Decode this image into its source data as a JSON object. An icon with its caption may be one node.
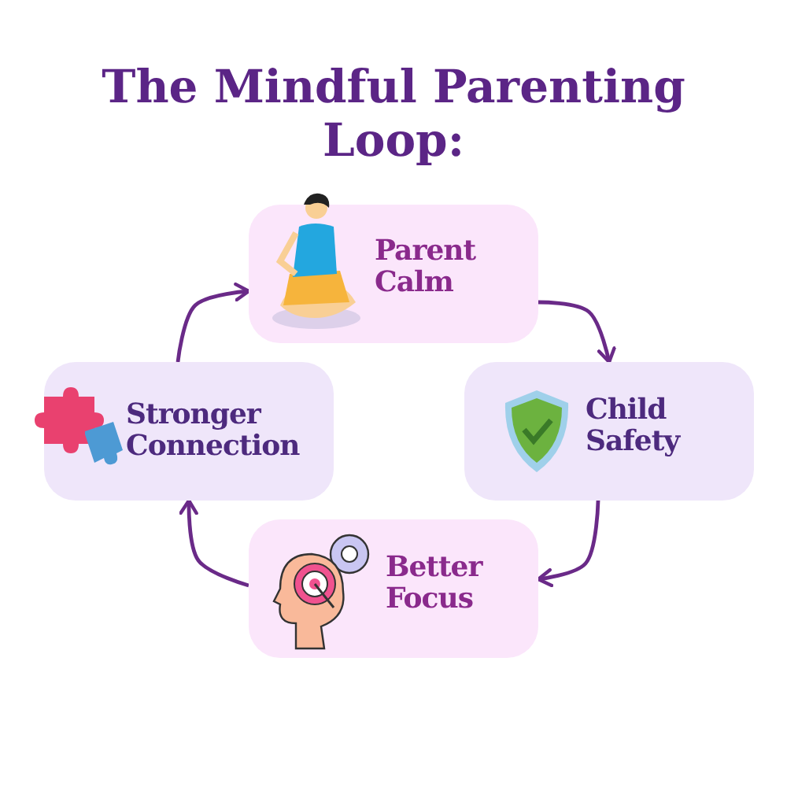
{
  "diagram": {
    "title": "The Mindful Parenting Loop:",
    "nodes": [
      {
        "text": [
          "Parent Calm"
        ]
      },
      {
        "text": [
          "Child Safety"
        ]
      },
      {
        "text": [
          "Better Focus"
        ]
      },
      {
        "text": [
          "Stronger Connection"
        ]
      }
    ],
    "edges": [
      {
        "from": 0,
        "to": 1,
        "arrow": "to"
      },
      {
        "from": 1,
        "to": 2,
        "arrow": "to"
      },
      {
        "from": 2,
        "to": 3,
        "arrow": "to"
      },
      {
        "from": 3,
        "to": 0,
        "arrow": "to"
      }
    ]
  }
}
